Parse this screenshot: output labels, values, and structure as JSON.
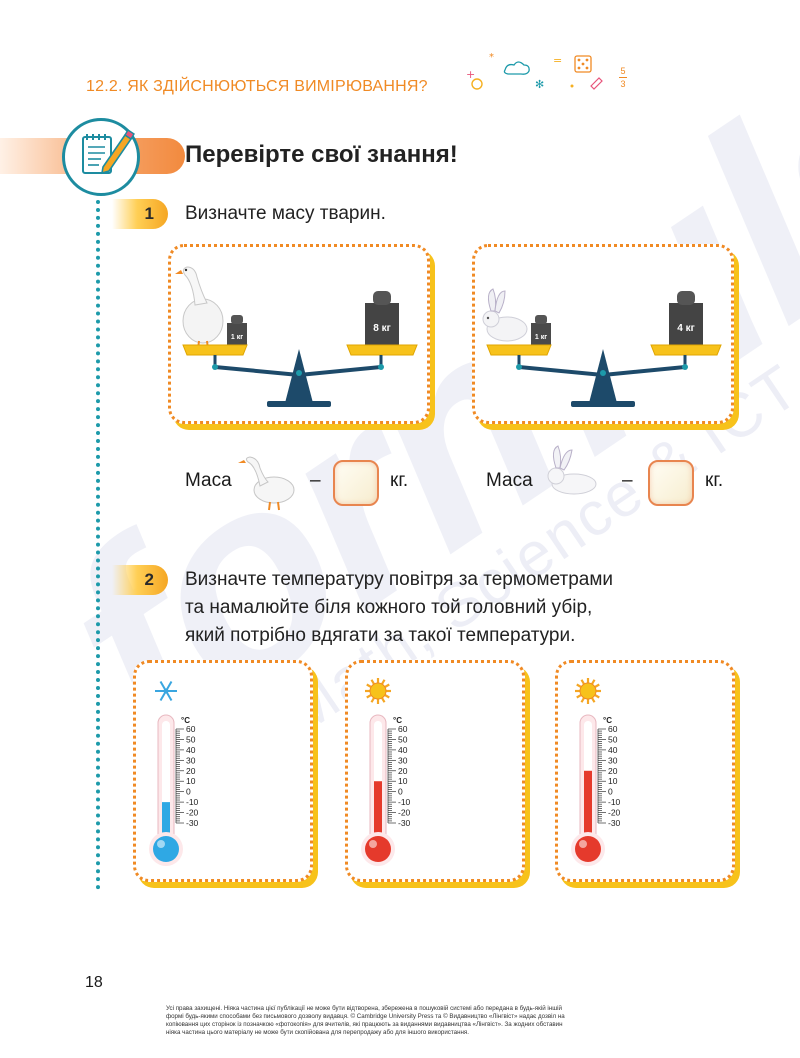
{
  "header": {
    "section_title": "12.2. ЯК ЗДІЙСНЮЮТЬСЯ ВИМІРЮВАННЯ?",
    "fraction_num": "5",
    "fraction_den": "3"
  },
  "watermark": {
    "text": "formula",
    "subtext": "Math, Science & ICT"
  },
  "heading": "Перевірте свої знання!",
  "task1": {
    "number": "1",
    "text": "Визначте масу тварин.",
    "left_scale": {
      "small_weight": "1 кг",
      "big_weight": "8 кг"
    },
    "right_scale": {
      "small_weight": "1 кг",
      "big_weight": "4 кг"
    },
    "answers": [
      {
        "label": "Маса",
        "dash": "–",
        "unit": "кг."
      },
      {
        "label": "Маса",
        "dash": "–",
        "unit": "кг."
      }
    ]
  },
  "task2": {
    "number": "2",
    "lines": [
      "Визначте температуру повітря за термометрами",
      "та намалюйте біля кожного той головний убір,",
      "який потрібно вдягати за такої температури."
    ],
    "unit": "°C",
    "ticks": [
      "60",
      "50",
      "40",
      "30",
      "20",
      "10",
      "0",
      "-10",
      "-20",
      "-30"
    ],
    "thermometers": [
      {
        "icon": "snowflake-icon",
        "temperature": -10,
        "color": "#2fa8e4"
      },
      {
        "icon": "sun-icon",
        "temperature": 10,
        "color": "#e53a2c"
      },
      {
        "icon": "sun-icon",
        "temperature": 20,
        "color": "#e53a2c"
      }
    ]
  },
  "page_number": "18",
  "footer": [
    "Усі права захищені. Ніяка частина цієї публікації не може бути відтворена, збережена в пошуковій системі або передана в будь-якій іншій",
    "формі будь-якими способами без письмового дозволу видавця. © Cambridge University Press та © Видавництво «Лінгвіст» надає дозвіл на",
    "копіювання цих сторінок із позначкою «фотокопія» для вчителів, які працюють за виданнями видавництва «Лінгвіст». За жодних обставин",
    "ніяка частина цього матеріалу не може бути скопійована для перепродажу або для іншого використання."
  ]
}
